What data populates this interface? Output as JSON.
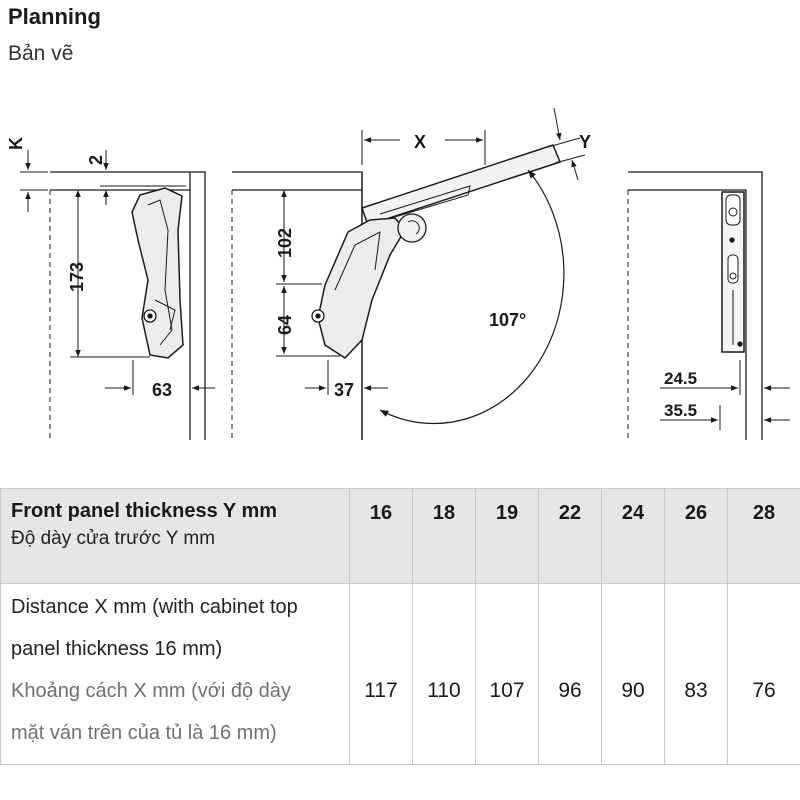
{
  "header": {
    "title": "Planning",
    "subtitle": "Bản vẽ"
  },
  "diagram": {
    "labels": {
      "k": "K",
      "two": "2",
      "d173": "173",
      "d63": "63",
      "d102": "102",
      "d64": "64",
      "d37": "37",
      "x": "X",
      "y": "Y",
      "angle": "107°",
      "d245": "24.5",
      "d355": "35.5"
    }
  },
  "table": {
    "header_en": "Front panel thickness Y mm",
    "header_vi": "Độ dày cửa trước Y mm",
    "row_label_en_1": "Distance X mm (with cabinet top",
    "row_label_en_2": "panel thickness 16 mm)",
    "row_label_vi_1": "Khoảng cách X mm (với độ dày",
    "row_label_vi_2": "mặt ván trên của tủ là 16 mm)",
    "thickness": [
      "16",
      "18",
      "19",
      "22",
      "24",
      "26",
      "28"
    ],
    "distance": [
      "117",
      "110",
      "107",
      "96",
      "90",
      "83",
      "76"
    ]
  }
}
